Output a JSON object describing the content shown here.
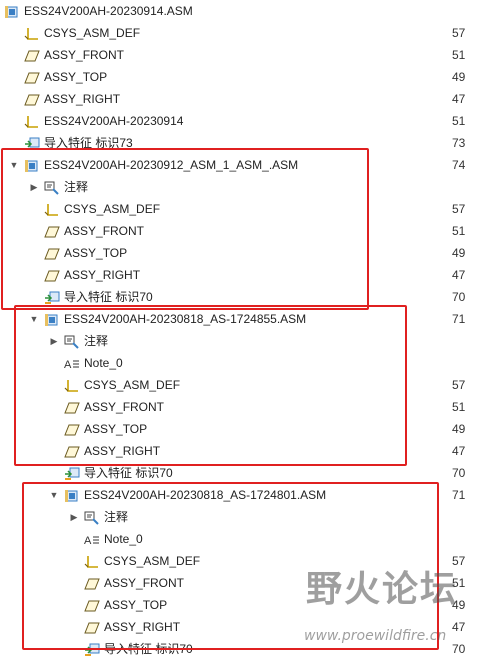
{
  "tree": {
    "rows": [
      {
        "icon": "assembly-icon",
        "label": "ESS24V200AH-20230914.ASM",
        "number": "",
        "expander": ""
      },
      {
        "icon": "csys-icon",
        "label": "CSYS_ASM_DEF",
        "number": "57",
        "expander": ""
      },
      {
        "icon": "datum-plane-icon",
        "label": "ASSY_FRONT",
        "number": "51",
        "expander": ""
      },
      {
        "icon": "datum-plane-icon",
        "label": "ASSY_TOP",
        "number": "49",
        "expander": ""
      },
      {
        "icon": "datum-plane-icon",
        "label": "ASSY_RIGHT",
        "number": "47",
        "expander": ""
      },
      {
        "icon": "csys-icon",
        "label": "ESS24V200AH-20230914",
        "number": "51",
        "expander": ""
      },
      {
        "icon": "import-feature-icon",
        "label": "导入特征 标识73",
        "number": "73",
        "expander": ""
      },
      {
        "icon": "assembly-icon",
        "label": "ESS24V200AH-20230912_ASM_1_ASM_.ASM",
        "number": "74",
        "expander": "▼"
      },
      {
        "icon": "annotation-icon",
        "label": "注释",
        "number": "",
        "expander": "▶"
      },
      {
        "icon": "csys-icon",
        "label": "CSYS_ASM_DEF",
        "number": "57",
        "expander": ""
      },
      {
        "icon": "datum-plane-icon",
        "label": "ASSY_FRONT",
        "number": "51",
        "expander": ""
      },
      {
        "icon": "datum-plane-icon",
        "label": "ASSY_TOP",
        "number": "49",
        "expander": ""
      },
      {
        "icon": "datum-plane-icon",
        "label": "ASSY_RIGHT",
        "number": "47",
        "expander": ""
      },
      {
        "icon": "import-feature-icon",
        "label": "导入特征 标识70",
        "number": "70",
        "expander": ""
      },
      {
        "icon": "assembly-icon",
        "label": "ESS24V200AH-20230818_AS-1724855.ASM",
        "number": "71",
        "expander": "▼"
      },
      {
        "icon": "annotation-icon",
        "label": "注释",
        "number": "",
        "expander": "▶"
      },
      {
        "icon": "note-icon",
        "label": "Note_0",
        "number": "",
        "expander": ""
      },
      {
        "icon": "csys-icon",
        "label": "CSYS_ASM_DEF",
        "number": "57",
        "expander": ""
      },
      {
        "icon": "datum-plane-icon",
        "label": "ASSY_FRONT",
        "number": "51",
        "expander": ""
      },
      {
        "icon": "datum-plane-icon",
        "label": "ASSY_TOP",
        "number": "49",
        "expander": ""
      },
      {
        "icon": "datum-plane-icon",
        "label": "ASSY_RIGHT",
        "number": "47",
        "expander": ""
      },
      {
        "icon": "import-feature-icon",
        "label": "导入特征 标识70",
        "number": "70",
        "expander": ""
      },
      {
        "icon": "assembly-icon",
        "label": "ESS24V200AH-20230818_AS-1724801.ASM",
        "number": "71",
        "expander": "▼"
      },
      {
        "icon": "annotation-icon",
        "label": "注释",
        "number": "",
        "expander": "▶"
      },
      {
        "icon": "note-icon",
        "label": "Note_0",
        "number": "",
        "expander": ""
      },
      {
        "icon": "csys-icon",
        "label": "CSYS_ASM_DEF",
        "number": "57",
        "expander": ""
      },
      {
        "icon": "datum-plane-icon",
        "label": "ASSY_FRONT",
        "number": "51",
        "expander": ""
      },
      {
        "icon": "datum-plane-icon",
        "label": "ASSY_TOP",
        "number": "49",
        "expander": ""
      },
      {
        "icon": "datum-plane-icon",
        "label": "ASSY_RIGHT",
        "number": "47",
        "expander": ""
      },
      {
        "icon": "import-feature-icon",
        "label": "导入特征 标识70",
        "number": "70",
        "expander": ""
      }
    ]
  },
  "watermark": {
    "title": "野火论坛",
    "url": "www.proewildfire.cn"
  },
  "colors": {
    "highlight_box": "#e02020",
    "assembly_icon": "#3a7fc4",
    "csys_icon": "#c8a000",
    "plane_icon": "#6a5a20"
  }
}
